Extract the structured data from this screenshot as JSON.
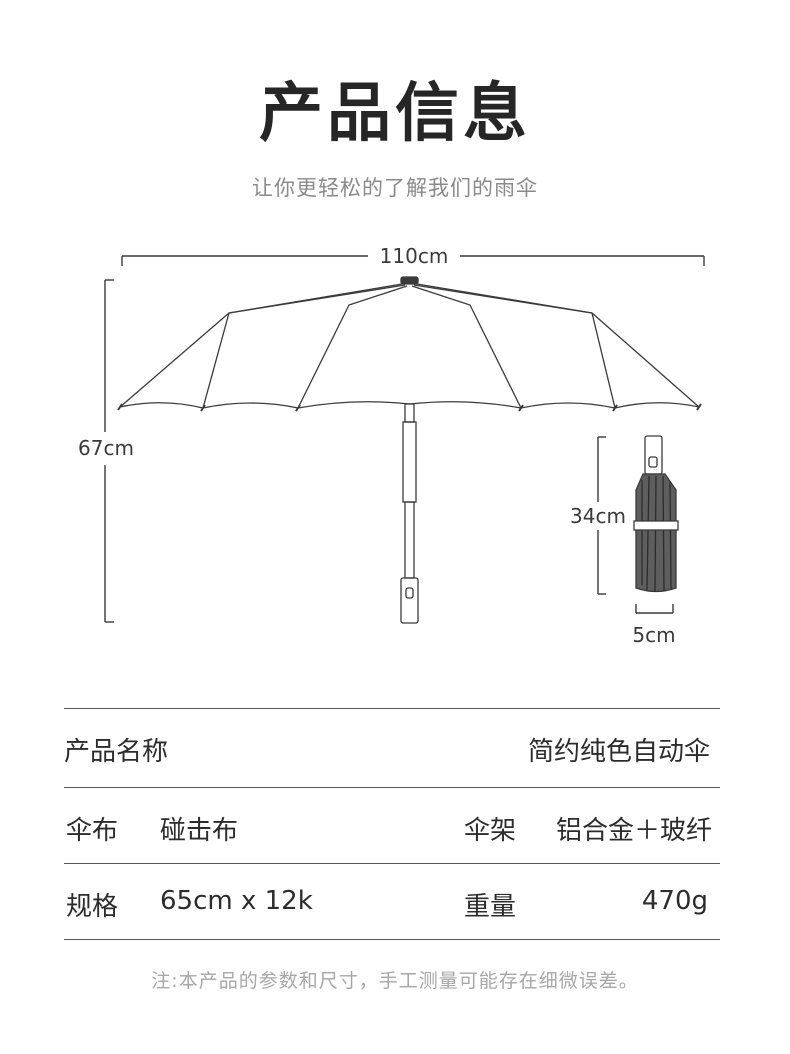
{
  "header": {
    "title": "产品信息",
    "subtitle": "让你更轻松的了解我们的雨伞"
  },
  "diagram": {
    "open_width_label": "110cm",
    "open_height_label": "67cm",
    "folded_length_label": "34cm",
    "folded_diameter_label": "5cm",
    "line_color": "#3a3a3a",
    "fabric_fill": "#5e5e5e"
  },
  "specs": {
    "product_name_label": "产品名称",
    "product_name_value": "简约纯色自动伞",
    "fabric_label": "伞布",
    "fabric_value": "碰击布",
    "frame_label": "伞架",
    "frame_value": "铝合金＋玻纤",
    "size_label": "规格",
    "size_value": "65cm x 12k",
    "weight_label": "重量",
    "weight_value": "470g"
  },
  "footer": {
    "note": "注:本产品的参数和尺寸，手工测量可能存在细微误差。"
  }
}
